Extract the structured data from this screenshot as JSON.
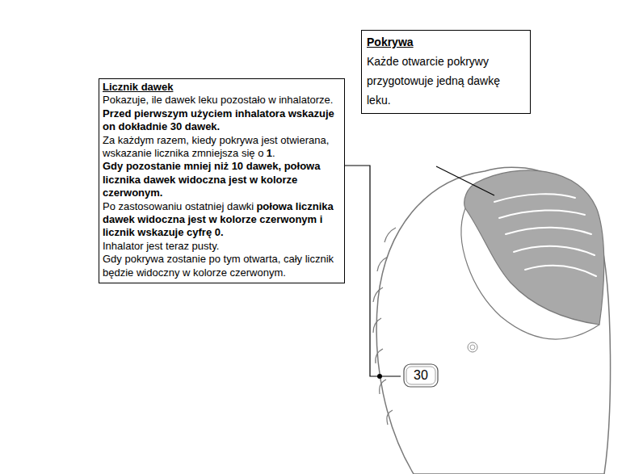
{
  "diagram": {
    "nodes": [
      {
        "text": [
          "Licznik dawek",
          "Pokazuje, ile dawek leku pozostało w inhalatorze.",
          "Przed pierwszym użyciem inhalatora wskazuje on dokładnie 30 dawek.",
          "Za każdym razem, kiedy pokrywa jest otwierana, wskazanie licznika zmniejsza się o",
          "1",
          ".",
          "Gdy pozostanie mniej niż 10 dawek, połowa licznika dawek widoczna jest w kolorze czerwonym.",
          "Po zastosowaniu ostatniej dawki",
          "połowa licznika dawek widoczna jest w kolorze czerwonym i licznik wskazuje cyfrę 0.",
          "Inhalator jest teraz pusty.",
          "Gdy pokrywa zostanie po tym otwarta, cały licznik będzie widoczny w kolorze czerwonym."
        ]
      },
      {
        "text": [
          "Pokrywa",
          "Każde otwarcie pokrywy przygotowuje jedną dawkę leku."
        ]
      }
    ],
    "labels": [
      "30"
    ]
  }
}
